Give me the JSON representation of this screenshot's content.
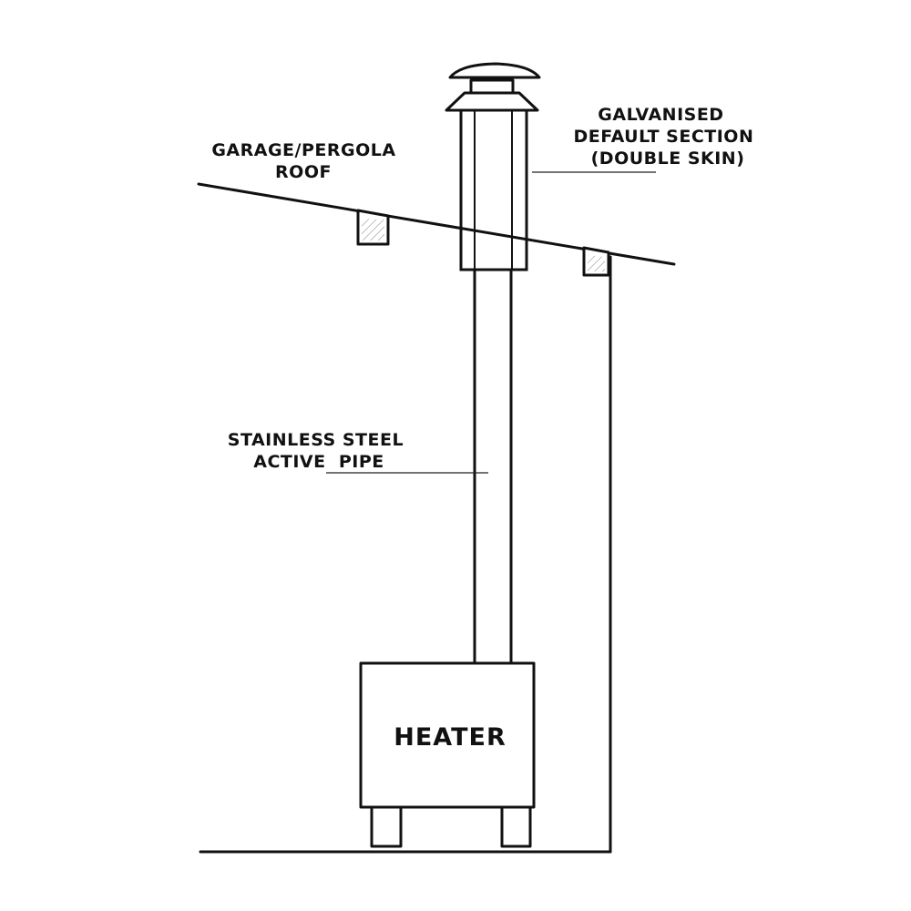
{
  "labels": {
    "roof": [
      "GARAGE/PERGOLA",
      "ROOF"
    ],
    "galvanised": [
      "GALVANISED",
      "DEFAULT SECTION",
      "(DOUBLE SKIN)"
    ],
    "stainless": [
      "STAINLESS STEEL",
      "ACTIVE  PIPE"
    ],
    "heater": "HEATER"
  }
}
